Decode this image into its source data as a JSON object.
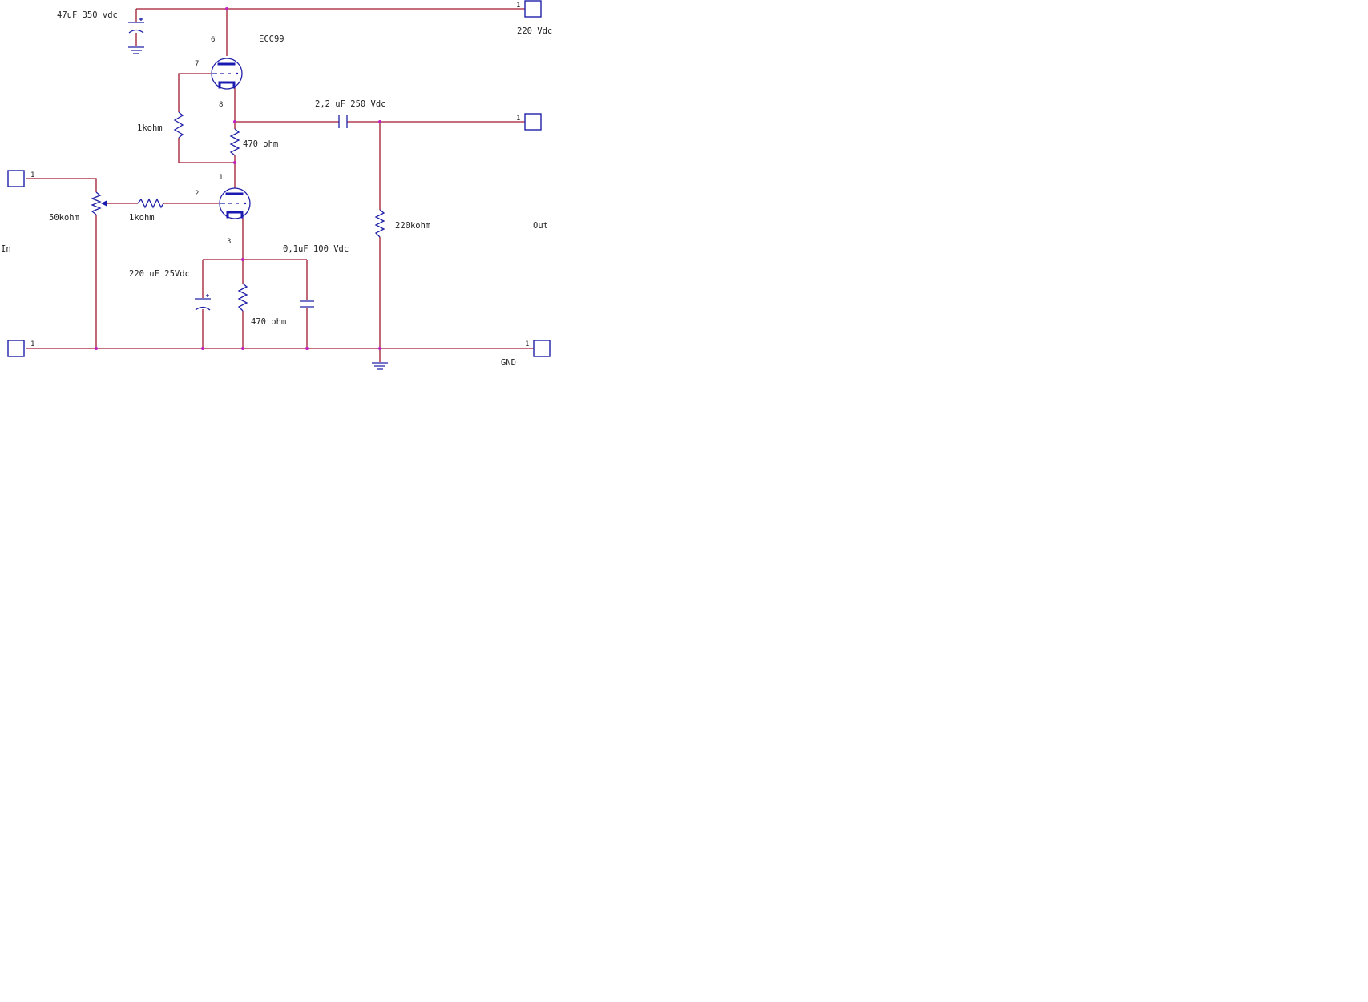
{
  "colors": {
    "wire": "#a01830",
    "component": "#2020a8",
    "junction": "#c020c0",
    "text": "#222222",
    "background": "#ffffff"
  },
  "labels": {
    "c_supply": "47uF 350 vdc",
    "tube": "ECC99",
    "supply_voltage": "220 Vdc",
    "c_coupling": "2,2 uF 250 Vdc",
    "r_grid_upper": "1kohm",
    "r_plate": "470 ohm",
    "pot": "50kohm",
    "r_grid_lower": "1kohm",
    "r_output": "220kohm",
    "output": "Out",
    "input": "In",
    "c_bypass_small": "0,1uF 100 Vdc",
    "c_bypass_large": "220 uF 25Vdc",
    "r_cathode": "470 ohm",
    "ground": "GND"
  },
  "pins": {
    "upper_plate": "6",
    "upper_grid": "7",
    "upper_cathode": "8",
    "lower_plate": "1",
    "lower_grid": "2",
    "lower_cathode": "3",
    "port_number": "1"
  }
}
